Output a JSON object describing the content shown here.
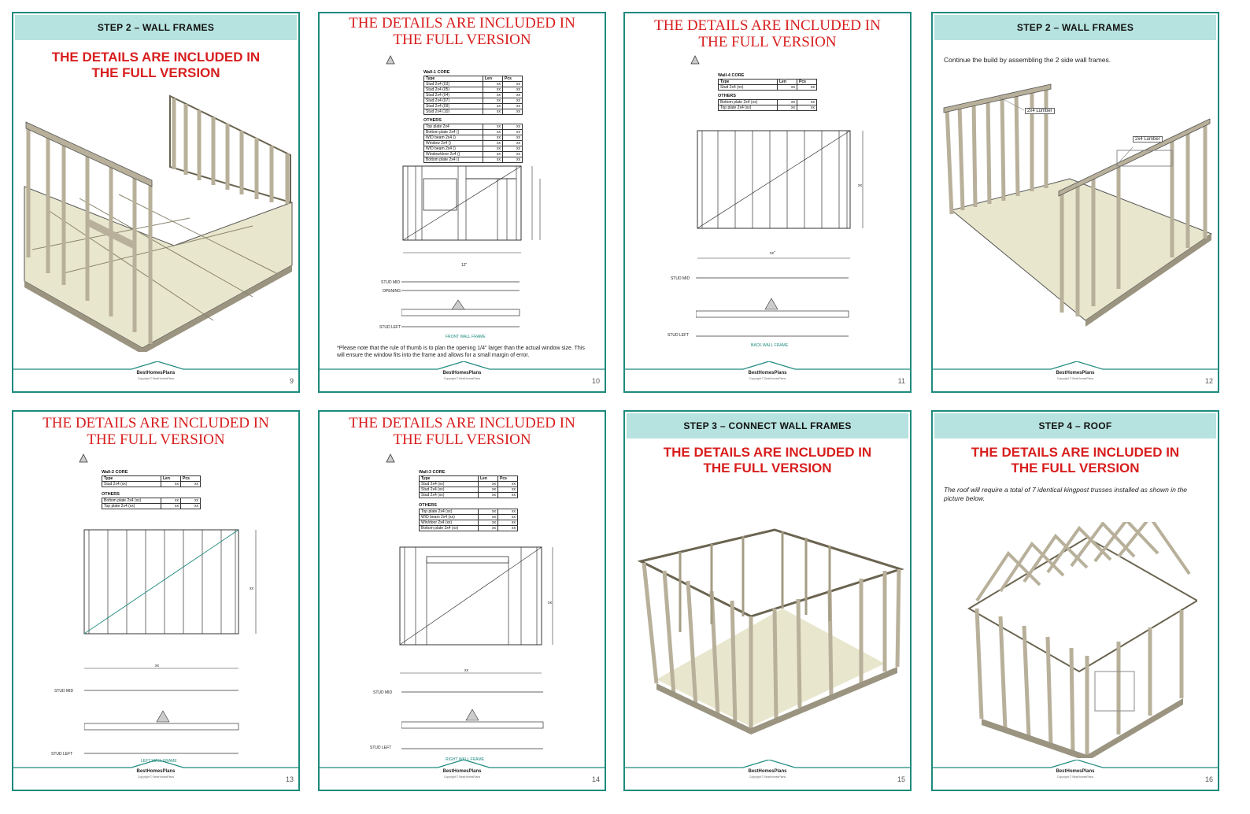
{
  "pages": [
    {
      "num": "9",
      "header": "STEP 2 – WALL FRAMES",
      "notice": "THE DETAILS ARE INCLUDED IN THE FULL VERSION"
    },
    {
      "num": "10",
      "notice": "THE DETAILS ARE INCLUDED IN THE FULL VERSION",
      "core_title": "Wall-1 CORE",
      "others_title": "OTHERS",
      "core_head": [
        "Type",
        "Len",
        "Pcs"
      ],
      "core_rows": [
        [
          "Stud 2x4 (03)",
          "xx",
          "xx"
        ],
        [
          "Stud 2x4 (05)",
          "xx",
          "xx"
        ],
        [
          "Stud 2x4 (04)",
          "xx",
          "xx"
        ],
        [
          "Stud 2x4 (07)",
          "xx",
          "xx"
        ],
        [
          "Stud 2x4 (09)",
          "xx",
          "xx"
        ],
        [
          "Stud 2x4 (10)",
          "xx",
          "xx"
        ]
      ],
      "other_rows": [
        [
          "Top plate 2x4",
          "xx",
          "xx"
        ],
        [
          "Bottom plate 2x4 ()",
          "xx",
          "xx"
        ],
        [
          "W/D beam 2x4 ()",
          "xx",
          "xx"
        ],
        [
          "Window 2x4 ()",
          "xx",
          "xx"
        ],
        [
          "W/D beam 2x4 ()",
          "xx",
          "xx"
        ],
        [
          "Window/door 2x4 ()",
          "xx",
          "xx"
        ],
        [
          "Bottom plate 2x4 ()",
          "xx",
          "xx"
        ]
      ],
      "dim": "12\"",
      "stud_mid": "STUD MID",
      "opening": "OPENING",
      "stud_left": "STUD LEFT",
      "frame_label": "FRONT WALL FRAME",
      "note": "*Please note that the rule of thumb is to plan the opening 1/4\" larger than the actual window size. This will ensure the window fits into the frame and allows for a small margin of error."
    },
    {
      "num": "11",
      "notice": "THE DETAILS ARE INCLUDED IN THE FULL VERSION",
      "core_title": "Wall-4 CORE",
      "others_title": "OTHERS",
      "core_head": [
        "Type",
        "Len",
        "Pcs"
      ],
      "core_rows": [
        [
          "Stud 2x4 (xx)",
          "xx",
          "xx"
        ]
      ],
      "other_rows": [
        [
          "Bottom plate 2x4 (xx)",
          "xx",
          "xx"
        ],
        [
          "Top plate 2x4 (xx)",
          "xx",
          "xx"
        ]
      ],
      "dim": "xx\"",
      "side_dim": "xx",
      "stud_mid": "STUD MID",
      "stud_left": "STUD LEFT",
      "frame_label": "BACK WALL FRAME"
    },
    {
      "num": "12",
      "header": "STEP 2 – WALL FRAMES",
      "desc": "Continue the build by assembling the 2 side wall frames.",
      "lumber1": "2x4 Lumber",
      "lumber2": "2x4 Lumber"
    },
    {
      "num": "13",
      "notice": "THE DETAILS ARE INCLUDED IN THE FULL VERSION",
      "core_title": "Wall-2 CORE",
      "others_title": "OTHERS",
      "core_head": [
        "Type",
        "Len",
        "Pcs"
      ],
      "core_rows": [
        [
          "Stud 2x4 (xx)",
          "xx",
          "xx"
        ]
      ],
      "other_rows": [
        [
          "Bottom plate 2x4 (xx)",
          "xx",
          "xx"
        ],
        [
          "Top plate 2x4 (xx)",
          "xx",
          "xx"
        ]
      ],
      "dim": "xx",
      "side_dim": "xx",
      "stud_mid": "STUD MID",
      "stud_left": "STUD LEFT",
      "frame_label": "LEFT WALL FRAME"
    },
    {
      "num": "14",
      "notice": "THE DETAILS ARE INCLUDED IN THE FULL VERSION",
      "core_title": "Wall-3 CORE",
      "others_title": "OTHERS",
      "core_head": [
        "Type",
        "Len",
        "Pcs"
      ],
      "core_rows": [
        [
          "Stud 2x4 (xx)",
          "xx",
          "xx"
        ],
        [
          "Stud 2x4 (xx)",
          "xx",
          "xx"
        ],
        [
          "Stud 2x4 (xx)",
          "xx",
          "xx"
        ]
      ],
      "other_rows": [
        [
          "Top plate 2x4 (xx)",
          "xx",
          "xx"
        ],
        [
          "W/D beam 2x4 (xx)",
          "xx",
          "xx"
        ],
        [
          "Win/door 2x4 (xx)",
          "xx",
          "xx"
        ],
        [
          "Bottom plate 2x4 (xx)",
          "xx",
          "xx"
        ]
      ],
      "dim": "xx",
      "side_dim": "xx",
      "stud_mid": "STUD MID",
      "stud_left": "STUD LEFT",
      "frame_label": "RIGHT WALL FRAME"
    },
    {
      "num": "15",
      "header": "STEP 3 – CONNECT WALL FRAMES",
      "notice": "THE DETAILS ARE INCLUDED IN THE FULL VERSION"
    },
    {
      "num": "16",
      "header": "STEP 4 – ROOF",
      "notice": "THE DETAILS ARE INCLUDED IN THE FULL VERSION",
      "desc": "The roof will require a total of 7 identical kingpost trusses installed as shown in the picture below."
    }
  ],
  "footer": {
    "brand": "BestHomesPlans",
    "copyright": "Copyright © BestHomesPlans"
  },
  "colors": {
    "frame": "#1e8a7e",
    "header_bg": "#b6e3df",
    "notice": "#d81e1e",
    "lumber": "#b8b09a",
    "floor": "#e8e6cc"
  }
}
